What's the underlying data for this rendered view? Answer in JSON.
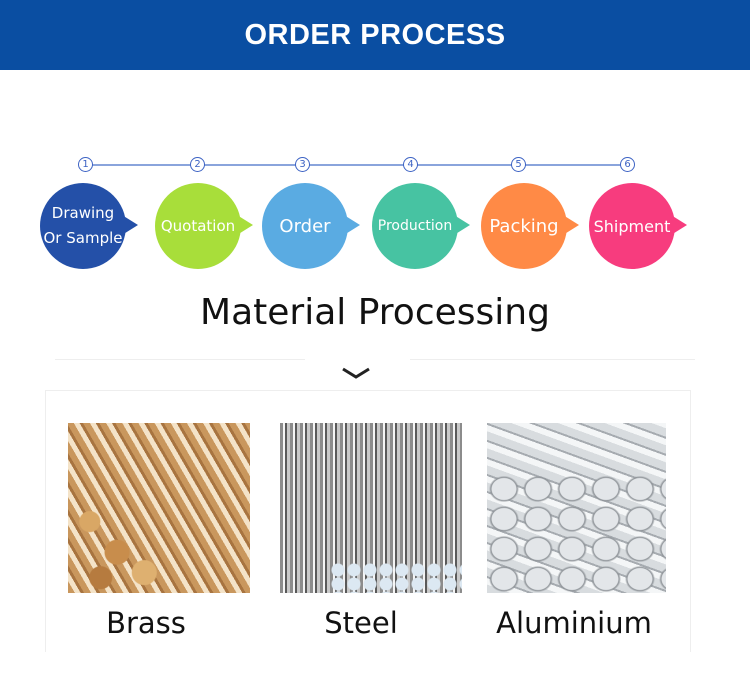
{
  "header": {
    "title": "ORDER PROCESS"
  },
  "steps": [
    {
      "num": "1",
      "label_1": "Drawing",
      "label_2": "Or Sample",
      "color": "#2450a8"
    },
    {
      "num": "2",
      "label_1": "Quotation",
      "color": "#a8de3a"
    },
    {
      "num": "3",
      "label_1": "Order",
      "color": "#5aabe2"
    },
    {
      "num": "4",
      "label_1": "Production",
      "color": "#47c3a2"
    },
    {
      "num": "5",
      "label_1": "Packing",
      "color": "#ff8a46"
    },
    {
      "num": "6",
      "label_1": "Shipment",
      "color": "#f73c7e"
    }
  ],
  "section": {
    "title": "Material Processing"
  },
  "materials": [
    {
      "label": "Brass"
    },
    {
      "label": "Steel"
    },
    {
      "label": "Aluminium"
    }
  ]
}
